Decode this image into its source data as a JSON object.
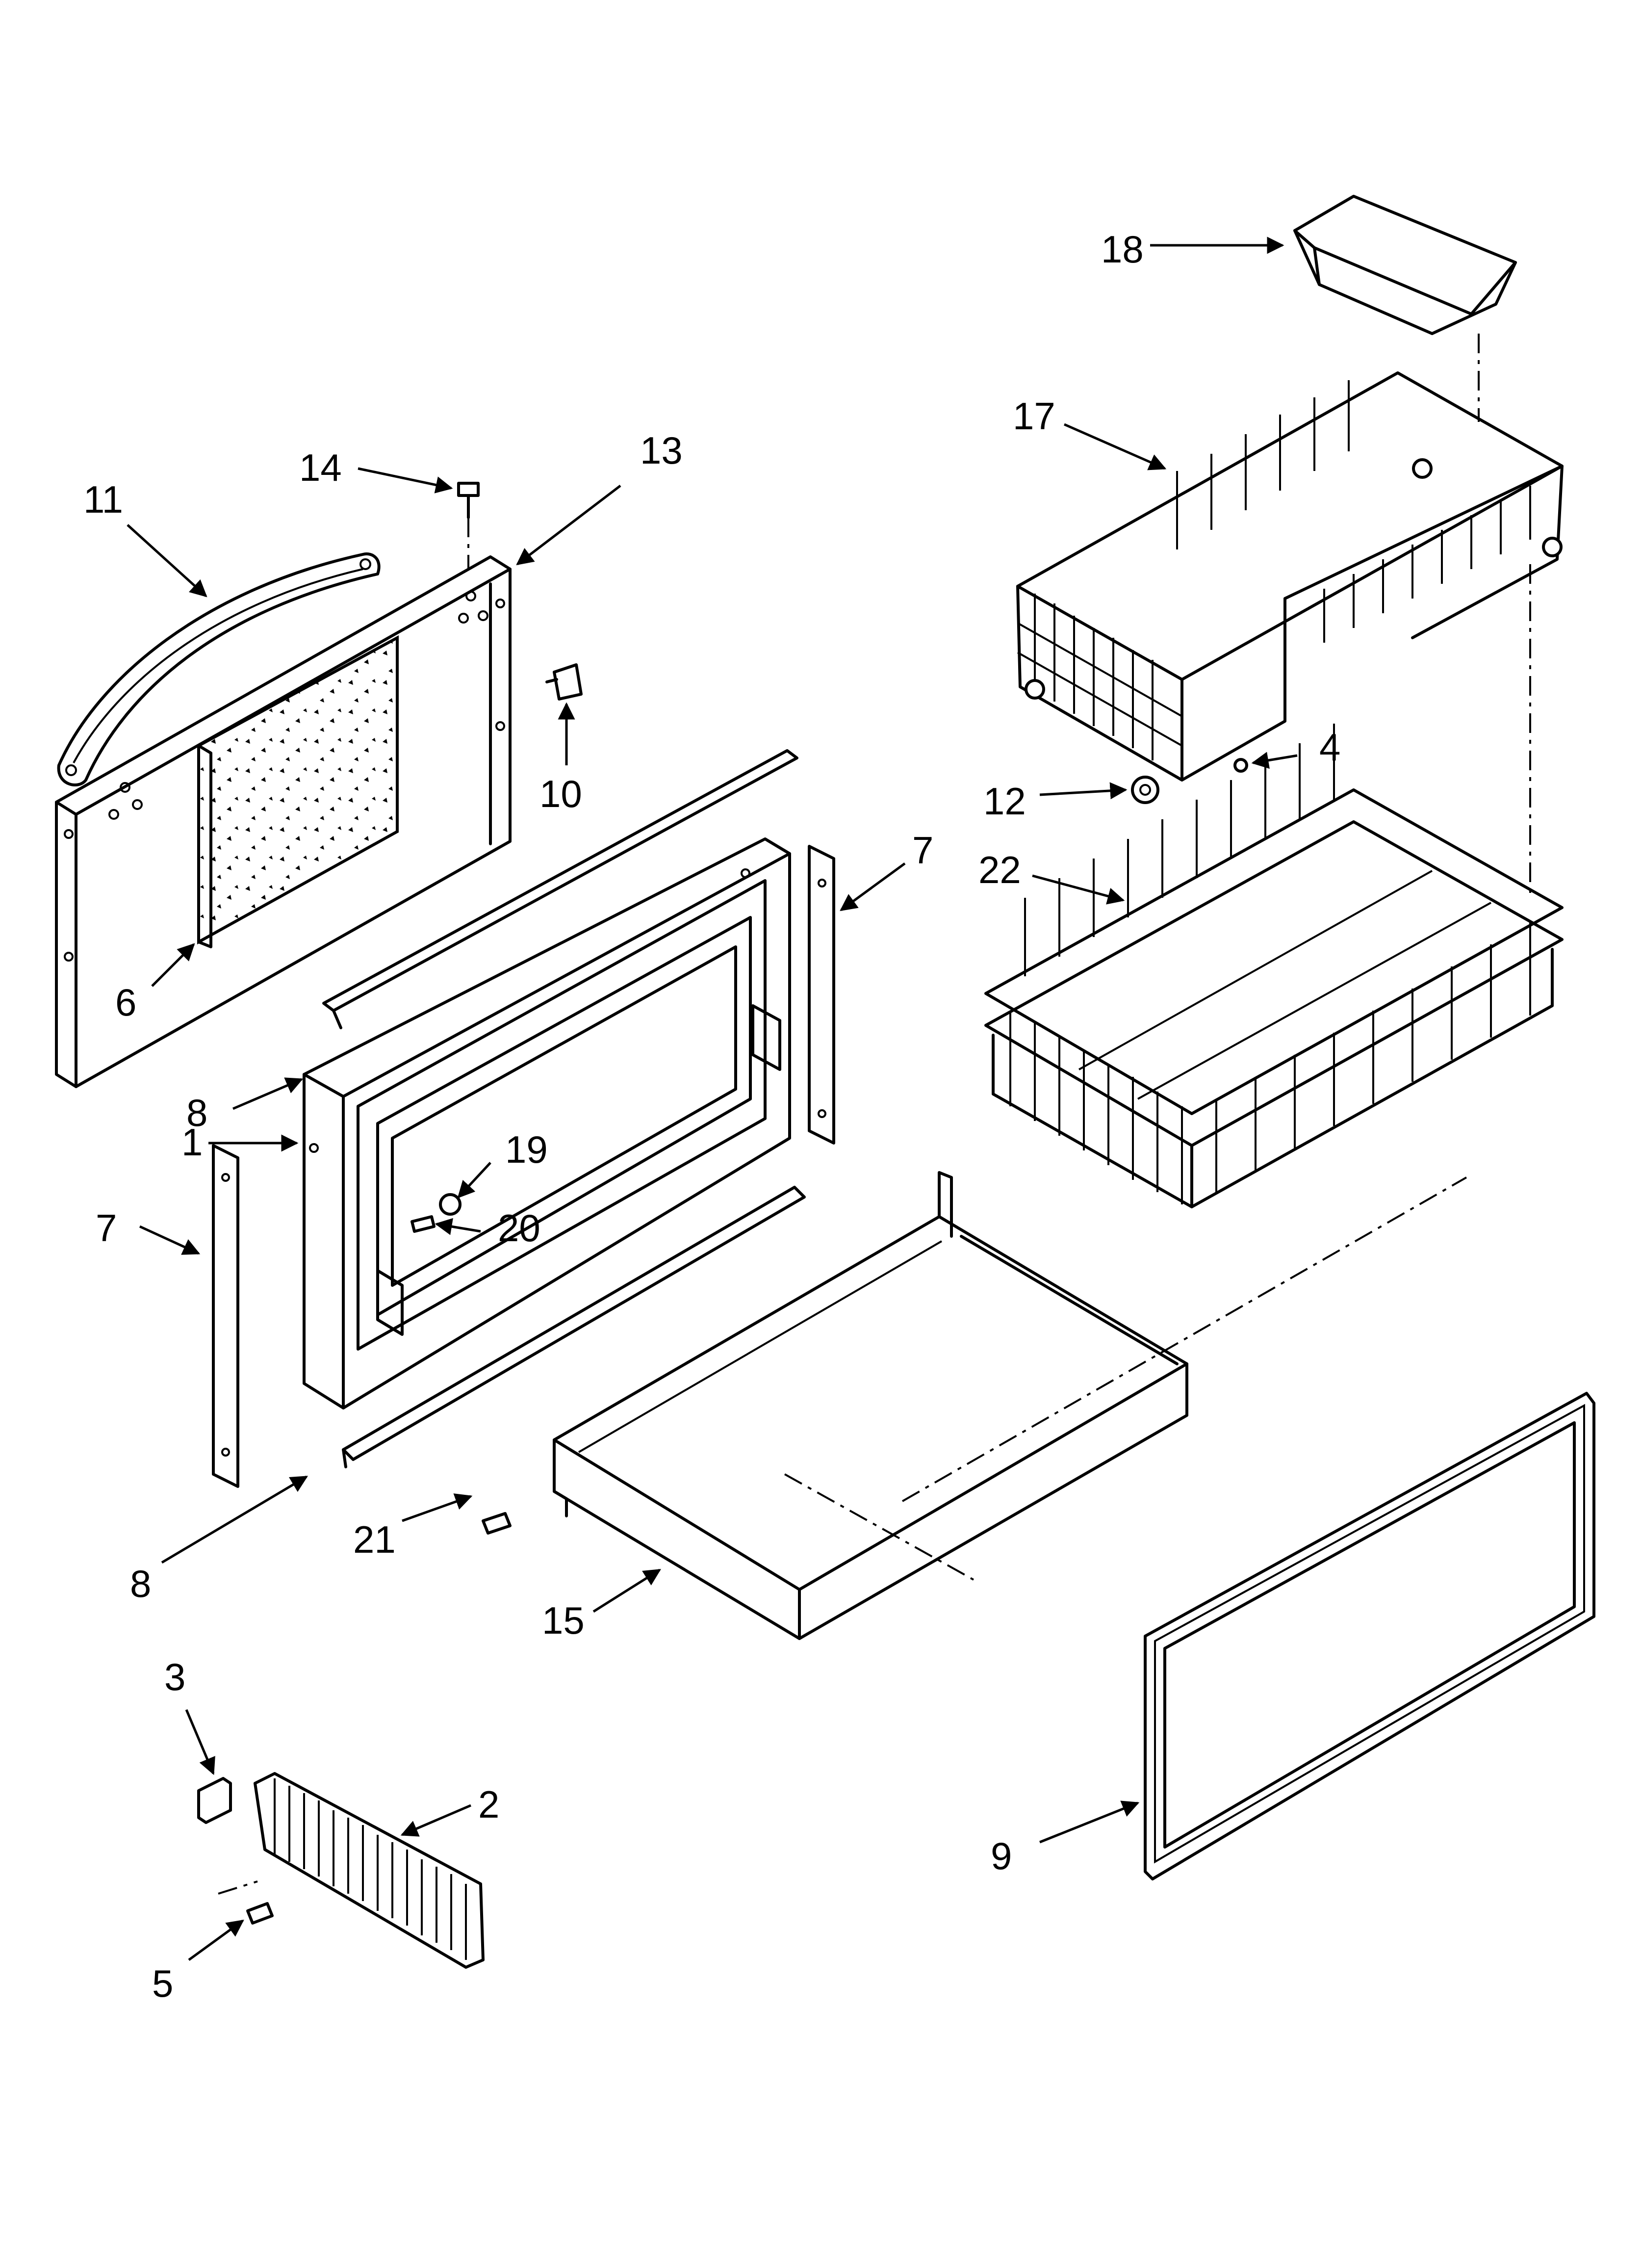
{
  "callouts": {
    "c1": "1",
    "c2": "2",
    "c3": "3",
    "c4": "4",
    "c5": "5",
    "c6": "6",
    "c7a": "7",
    "c7b": "7",
    "c8a": "8",
    "c8b": "8",
    "c9": "9",
    "c10": "10",
    "c11": "11",
    "c12": "12",
    "c13": "13",
    "c14": "14",
    "c15": "15",
    "c17": "17",
    "c18": "18",
    "c19": "19",
    "c20": "20",
    "c21": "21",
    "c22": "22"
  }
}
